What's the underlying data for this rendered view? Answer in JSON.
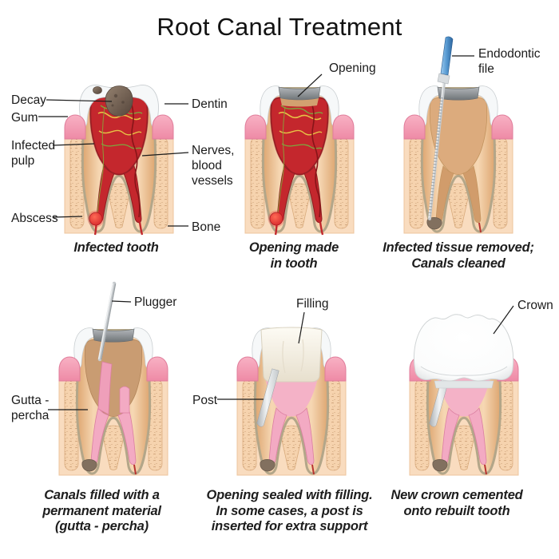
{
  "title": "Root Canal Treatment",
  "panels": [
    {
      "id": "infected-tooth",
      "caption": "Infected tooth",
      "labels": {
        "decay": "Decay",
        "gum": "Gum",
        "infected_pulp": "Infected\npulp",
        "abscess": "Abscess",
        "dentin": "Dentin",
        "nerves": "Nerves,\nblood\nvessels",
        "bone": "Bone"
      }
    },
    {
      "id": "opening-made",
      "caption": "Opening made\nin tooth",
      "labels": {
        "opening": "Opening"
      }
    },
    {
      "id": "canals-cleaned",
      "caption": "Infected tissue removed;\nCanals cleaned",
      "labels": {
        "endodontic_file": "Endodontic\nfile"
      }
    },
    {
      "id": "canals-filled",
      "caption": "Canals filled with a\npermanent material\n(gutta - percha)",
      "labels": {
        "plugger": "Plugger",
        "gutta_percha": "Gutta -\npercha"
      }
    },
    {
      "id": "opening-sealed",
      "caption": "Opening sealed with filling.\nIn some cases, a post is\ninserted for extra support",
      "labels": {
        "filling": "Filling",
        "post": "Post"
      }
    },
    {
      "id": "new-crown",
      "caption": "New crown cemented\nonto rebuilt tooth",
      "labels": {
        "crown": "Crown"
      }
    }
  ],
  "colors": {
    "pulp_red": "#c4272d",
    "pulp_red_dark": "#8f1b20",
    "gum_pink": "#ee8aa6",
    "bone_peach": "#f9dcbf",
    "bone_speckle": "#b98a5e",
    "dentin_tan": "#eec59a",
    "ligament_gray": "#b3a689",
    "enamel_white": "#f6f8f9",
    "opening_gray": "#6f7478",
    "decay_brown": "#6d5a4e",
    "nerve_yellow": "#e7c246",
    "nerve_green": "#7ca83e",
    "gutta_pink": "#f3aac3",
    "gutta_pink_deep": "#db7fa2",
    "metal_gray": "#c6cacd",
    "file_handle_blue": "#5598d0",
    "filling_cream": "#f6f1e4",
    "crown_white": "#fbfcfc",
    "label_ink": "#1b1b1b"
  }
}
